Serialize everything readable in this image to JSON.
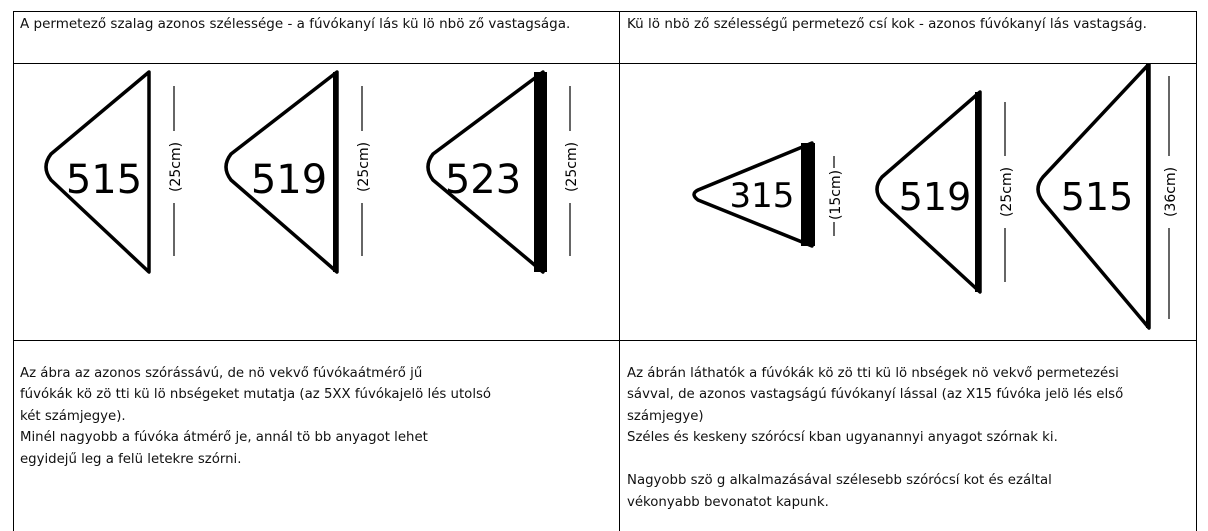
{
  "left_column": {
    "header": "A permetező szalag azonos szélessége - a fúvókanyí lás kü lö nbö ző vastagsága.",
    "nozzles": [
      {
        "code": "515",
        "width_label": "(25cm)"
      },
      {
        "code": "519",
        "width_label": "(25cm)"
      },
      {
        "code": "523",
        "width_label": "(25cm)"
      }
    ],
    "description": "Az ábra az azonos szórássávú, de nö vekvő  fúvókaátmérő jű\nfúvókák kö zö tti kü lö nbségeket mutatja (az 5XX fúvókajelö lés utolsó\nkét számjegye).\nMinél nagyobb a fúvóka átmérő je, annál tö bb anyagot lehet\negyidejű leg a felü letekre szórni."
  },
  "right_column": {
    "header": "Kü lö nbö ző  szélességű  permetező csí kok - azonos fúvókanyí lás vastagság.",
    "nozzles": [
      {
        "code": "315",
        "width_label": "(15cm)"
      },
      {
        "code": "519",
        "width_label": "(25cm)"
      },
      {
        "code": "515",
        "width_label": "(36cm)"
      }
    ],
    "description": "Az ábrán láthatók a fúvókák kö zö tti kü lö nbségek nö vekvő  permetezési\nsávval, de azonos vastagságú fúvókanyí lással (az X15 fúvóka jelö lés első\nszámjegye)\nSzéles és keskeny szórócsí kban ugyanannyi anyagot szórnak ki.\n\nNagyobb szö g alkalmazásával szélesebb szórócsí kot és ezáltal\nvékonyabb bevonatot kapunk."
  }
}
